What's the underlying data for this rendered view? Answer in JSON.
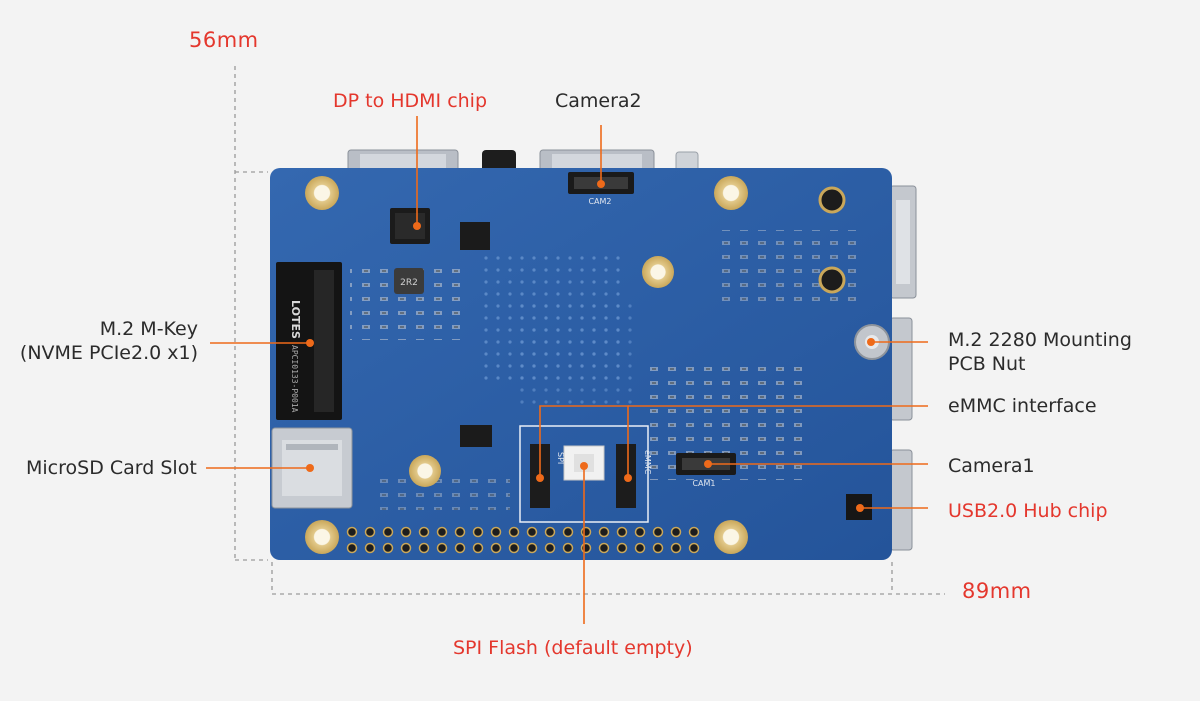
{
  "dimensions": {
    "height": "56mm",
    "width": "89mm"
  },
  "callouts": {
    "dp_hdmi": "DP to HDMI chip",
    "camera2": "Camera2",
    "m2_mkey_line1": "M.2 M-Key",
    "m2_mkey_line2": "(NVME PCIe2.0 x1)",
    "microsd": "MicroSD Card Slot",
    "m2_nut_line1": "M.2 2280 Mounting",
    "m2_nut_line2": "PCB Nut",
    "emmc": "eMMC interface",
    "camera1": "Camera1",
    "usb_hub": "USB2.0 Hub chip",
    "spi_flash": "SPI Flash (default empty)"
  },
  "silkscreen": {
    "m2_brand": "LOTES",
    "m2_part": "APCI0133-P001A",
    "cam1": "CAM1",
    "cam2": "CAM2",
    "ind": "2R2",
    "spi": "SPI",
    "emmc": "eMMC"
  },
  "colors": {
    "accent_red": "#e4372d",
    "leader_orange": "#ee6a1a",
    "pcb_blue": "#2a5fa6",
    "text_dark": "#2b2b2b"
  }
}
